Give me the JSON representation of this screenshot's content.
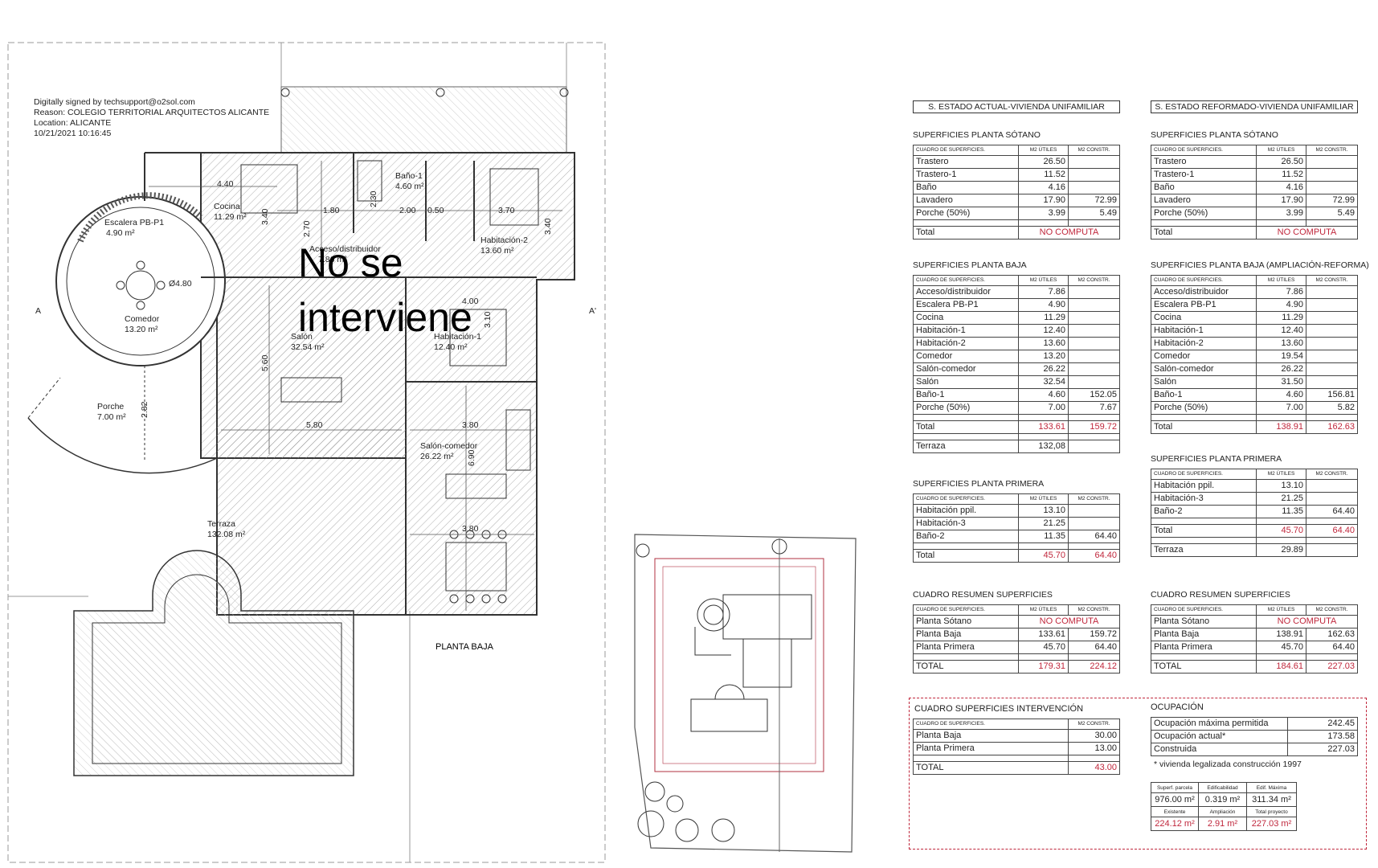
{
  "signature": {
    "line1": "Digitally signed by techsupport@o2sol.com",
    "line2": "Reason: COLEGIO TERRITORIAL ARQUITECTOS ALICANTE",
    "line3": "Location: ALICANTE",
    "line4": "10/21/2021 10:16:45"
  },
  "plan": {
    "overlay_line1": "No se",
    "overlay_line2": "interviene",
    "section_left": "A",
    "section_right": "A'",
    "floor_title": "PLANTA BAJA",
    "rooms": {
      "escalera": "Escalera PB-P1",
      "escalera_area": "4.90 m²",
      "cocina": "Cocina",
      "cocina_area": "11.29 m²",
      "acceso": "Acceso/distribuidor",
      "acceso_area": "7.86 m²",
      "bano": "Baño-1",
      "bano_area": "4.60 m²",
      "hab2": "Habitación-2",
      "hab2_area": "13.60 m²",
      "comedor": "Comedor",
      "comedor_area": "13.20 m²",
      "salon": "Salón",
      "salon_area": "32.54 m²",
      "hab1": "Habitación-1",
      "hab1_area": "12.40 m²",
      "porche": "Porche",
      "porche_area": "7.00 m²",
      "salon_comedor": "Salón-comedor",
      "salon_comedor_area": "26.22 m²",
      "terraza": "Terraza",
      "terraza_area": "132.08 m²"
    },
    "dims": {
      "d440": "4.40",
      "d340a": "3.40",
      "d270": "2.70",
      "d180": "1.80",
      "d230": "2.30",
      "d200": "2.00",
      "d050": "0.50",
      "d370": "3.70",
      "d340b": "3.40",
      "d480": "Ø4.80",
      "d400": "4.00",
      "d310": "3.10",
      "d560": "5.60",
      "d282": "2.82",
      "d580": "5.80",
      "d380a": "3.80",
      "d690": "6.90",
      "d380b": "3.80"
    }
  },
  "tables": {
    "left": {
      "header": "S. ESTADO ACTUAL-VIVIENDA UNIFAMILIAR",
      "sotano": {
        "title": "SUPERFICIES PLANTA SÓTANO",
        "hdr": [
          "CUADRO DE SUPERFICIES.",
          "M2 ÚTILES",
          "M2 CONSTR."
        ],
        "rows": [
          [
            "Trastero",
            "26.50",
            ""
          ],
          [
            "Trastero-1",
            "11.52",
            ""
          ],
          [
            "Baño",
            "4.16",
            ""
          ],
          [
            "Lavadero",
            "17.90",
            "72.99"
          ],
          [
            "Porche (50%)",
            "3.99",
            "5.49"
          ]
        ],
        "total_label": "Total",
        "total_value": "NO COMPUTA"
      },
      "baja": {
        "title": "SUPERFICIES PLANTA BAJA",
        "hdr": [
          "CUADRO DE SUPERFICIES.",
          "M2 ÚTILES",
          "M2 CONSTR."
        ],
        "rows": [
          [
            "Acceso/distribuidor",
            "7.86",
            ""
          ],
          [
            "Escalera PB-P1",
            "4.90",
            ""
          ],
          [
            "Cocina",
            "11.29",
            ""
          ],
          [
            "Habitación-1",
            "12.40",
            ""
          ],
          [
            "Habitación-2",
            "13.60",
            ""
          ],
          [
            "Comedor",
            "13.20",
            ""
          ],
          [
            "Salón-comedor",
            "26.22",
            ""
          ],
          [
            "Salón",
            "32.54",
            ""
          ],
          [
            "Baño-1",
            "4.60",
            "152.05"
          ],
          [
            "Porche (50%)",
            "7.00",
            "7.67"
          ]
        ],
        "total_label": "Total",
        "total_util": "133.61",
        "total_constr": "159.72",
        "terraza_label": "Terraza",
        "terraza_value": "132,08"
      },
      "primera": {
        "title": "SUPERFICIES PLANTA PRIMERA",
        "hdr": [
          "CUADRO DE SUPERFICIES.",
          "M2 ÚTILES",
          "M2 CONSTR."
        ],
        "rows": [
          [
            "Habitación ppil.",
            "13.10",
            ""
          ],
          [
            "Habitación-3",
            "21.25",
            ""
          ],
          [
            "Baño-2",
            "11.35",
            "64.40"
          ]
        ],
        "total_label": "Total",
        "total_util": "45.70",
        "total_constr": "64.40"
      },
      "resumen": {
        "title": "CUADRO RESUMEN SUPERFICIES",
        "hdr": [
          "CUADRO DE SUPERFICIES.",
          "M2 ÚTILES",
          "M2 CONSTR."
        ],
        "sotano_label": "Planta Sótano",
        "sotano_value": "NO COMPUTA",
        "rows": [
          [
            "Planta Baja",
            "133.61",
            "159.72"
          ],
          [
            "Planta Primera",
            "45.70",
            "64.40"
          ]
        ],
        "total_label": "TOTAL",
        "total_util": "179.31",
        "total_constr": "224.12"
      },
      "intervencion": {
        "title": "CUADRO SUPERFICIES INTERVENCIÓN",
        "hdr": [
          "CUADRO DE SUPERFICIES.",
          "M2 CONSTR."
        ],
        "rows": [
          [
            "Planta Baja",
            "30.00"
          ],
          [
            "Planta Primera",
            "13.00"
          ]
        ],
        "total_label": "TOTAL",
        "total_value": "43.00"
      }
    },
    "right": {
      "header": "S. ESTADO REFORMADO-VIVIENDA UNIFAMILIAR",
      "sotano": {
        "title": "SUPERFICIES PLANTA SÓTANO",
        "hdr": [
          "CUADRO DE SUPERFICIES.",
          "M2 ÚTILES",
          "M2 CONSTR."
        ],
        "rows": [
          [
            "Trastero",
            "26.50",
            ""
          ],
          [
            "Trastero-1",
            "11.52",
            ""
          ],
          [
            "Baño",
            "4.16",
            ""
          ],
          [
            "Lavadero",
            "17.90",
            "72.99"
          ],
          [
            "Porche (50%)",
            "3.99",
            "5.49"
          ]
        ],
        "total_label": "Total",
        "total_value": "NO COMPUTA"
      },
      "baja": {
        "title": "SUPERFICIES PLANTA BAJA (AMPLIACIÓN-REFORMA)",
        "hdr": [
          "CUADRO DE SUPERFICIES.",
          "M2 ÚTILES",
          "M2 CONSTR."
        ],
        "rows": [
          [
            "Acceso/distribuidor",
            "7.86",
            ""
          ],
          [
            "Escalera PB-P1",
            "4.90",
            ""
          ],
          [
            "Cocina",
            "11.29",
            ""
          ],
          [
            "Habitación-1",
            "12.40",
            ""
          ],
          [
            "Habitación-2",
            "13.60",
            ""
          ],
          [
            "Comedor",
            "19.54",
            ""
          ],
          [
            "Salón-comedor",
            "26.22",
            ""
          ],
          [
            "Salón",
            "31.50",
            ""
          ],
          [
            "Baño-1",
            "4.60",
            "156.81"
          ],
          [
            "Porche (50%)",
            "7.00",
            "5.82"
          ]
        ],
        "total_label": "Total",
        "total_util": "138.91",
        "total_constr": "162.63"
      },
      "primera": {
        "title": "SUPERFICIES PLANTA PRIMERA",
        "hdr": [
          "CUADRO DE SUPERFICIES.",
          "M2 ÚTILES",
          "M2 CONSTR."
        ],
        "rows": [
          [
            "Habitación ppil.",
            "13.10",
            ""
          ],
          [
            "Habitación-3",
            "21.25",
            ""
          ],
          [
            "Baño-2",
            "11.35",
            "64.40"
          ]
        ],
        "total_label": "Total",
        "total_util": "45.70",
        "total_constr": "64.40",
        "terraza_label": "Terraza",
        "terraza_value": "29.89"
      },
      "resumen": {
        "title": "CUADRO RESUMEN SUPERFICIES",
        "hdr": [
          "CUADRO DE SUPERFICIES.",
          "M2 ÚTILES",
          "M2 CONSTR."
        ],
        "sotano_label": "Planta Sótano",
        "sotano_value": "NO COMPUTA",
        "rows": [
          [
            "Planta Baja",
            "138.91",
            "162.63"
          ],
          [
            "Planta Primera",
            "45.70",
            "64.40"
          ]
        ],
        "total_label": "TOTAL",
        "total_util": "184.61",
        "total_constr": "227.03"
      },
      "ocupacion": {
        "title": "OCUPACIÓN",
        "rows": [
          [
            "Ocupación máxima permitida",
            "242.45"
          ],
          [
            "Ocupación actual*",
            "173.58"
          ],
          [
            "Construida",
            "227.03"
          ]
        ],
        "note": "* vivienda legalizada construcción 1997"
      },
      "edificabilidad": {
        "h1": [
          "Superf. parcela",
          "Edificabilidad",
          "Edif. Máxima"
        ],
        "v1": [
          "976.00 m²",
          "0.319 m²",
          "311.34 m²"
        ],
        "h2": [
          "Existente",
          "Ampliación",
          "Total proyecto"
        ],
        "v2": [
          "224.12 m²",
          "2.91 m²",
          "227.03 m²"
        ]
      }
    }
  },
  "colors": {
    "accent_red": "#c0273c",
    "plan_line": "#444444",
    "site_red": "#b03040"
  }
}
